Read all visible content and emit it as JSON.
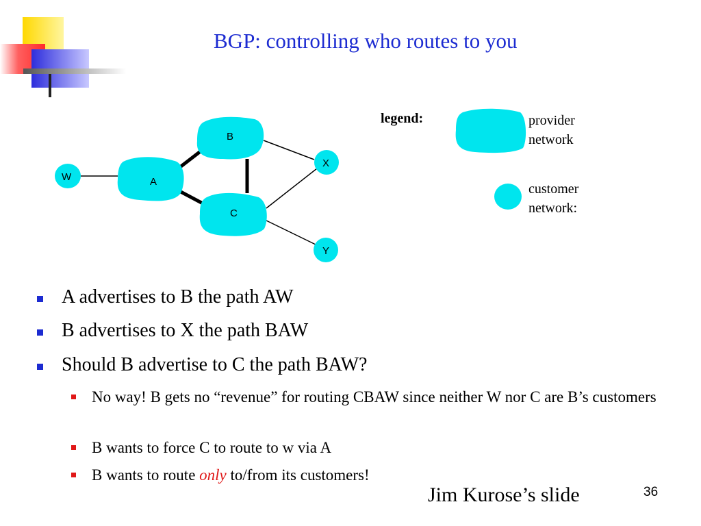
{
  "slide": {
    "title": "BGP: controlling who routes to you",
    "page_number": "36",
    "credit": "Jim Kurose’s slide"
  },
  "diagram": {
    "nodes": {
      "W": "W",
      "A": "A",
      "B": "B",
      "C": "C",
      "X": "X",
      "Y": "Y"
    },
    "node_types": {
      "A": "provider",
      "B": "provider",
      "C": "provider",
      "W": "customer",
      "X": "customer",
      "Y": "customer"
    },
    "links": [
      {
        "from": "W",
        "to": "A",
        "style": "thin"
      },
      {
        "from": "A",
        "to": "B",
        "style": "thick"
      },
      {
        "from": "A",
        "to": "C",
        "style": "thick"
      },
      {
        "from": "B",
        "to": "C",
        "style": "thick"
      },
      {
        "from": "B",
        "to": "X",
        "style": "thin"
      },
      {
        "from": "C",
        "to": "X",
        "style": "thin"
      },
      {
        "from": "C",
        "to": "Y",
        "style": "thin"
      }
    ],
    "fill_color": "#00e5ee"
  },
  "legend": {
    "label": "legend:",
    "provider_line1": "provider",
    "provider_line2": "network",
    "customer_line1": "customer",
    "customer_line2": "network:"
  },
  "bullets": [
    "A advertises to B the path AW",
    "B advertises to X the path BAW",
    "Should B advertise to C the path BAW?"
  ],
  "sub_bullets": {
    "item1": "No way! B gets no “revenue” for routing CBAW since neither W nor C are B’s customers",
    "item2": "B wants to force C to route to w via A",
    "item3_before": "B wants to route ",
    "item3_emph": "only",
    "item3_after": " to/from its customers!"
  },
  "colors": {
    "title": "#1c2bd1",
    "bullet_square": "#1c2bd1",
    "sub_bullet_square": "#e01818",
    "emphasis": "#e01818",
    "network_fill": "#00e5ee"
  }
}
